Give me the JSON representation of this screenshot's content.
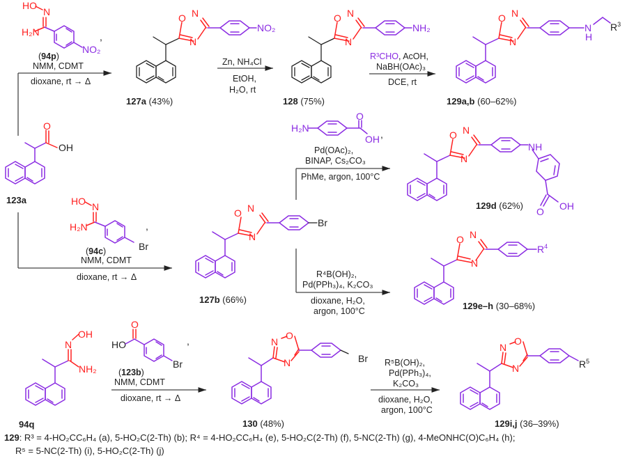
{
  "scheme": {
    "compounds": {
      "c123a": {
        "label": "123a",
        "yield": ""
      },
      "c94p": {
        "label": "94p"
      },
      "c94c": {
        "label": "94c"
      },
      "c94q": {
        "label": "94q"
      },
      "c123b": {
        "label": "123b"
      },
      "c127a": {
        "label": "127a",
        "yield": "(43%)"
      },
      "c127b": {
        "label": "127b",
        "yield": "(66%)"
      },
      "c128": {
        "label": "128",
        "yield": "(75%)"
      },
      "c129ab": {
        "label": "129a,b",
        "yield": "(60–62%)"
      },
      "c129d": {
        "label": "129d",
        "yield": "(62%)"
      },
      "c129eh": {
        "label": "129e–h",
        "yield": "(30–68%)"
      },
      "c130": {
        "label": "130",
        "yield": "(48%)"
      },
      "c129ij": {
        "label": "129i,j",
        "yield": "(36–39%)"
      }
    },
    "conditions": {
      "step1a": {
        "above": [
          "(94p)",
          "NMM, CDMT"
        ],
        "below": [
          "dioxane, rt → Δ"
        ]
      },
      "step2": {
        "above": [
          "Zn, NH₄Cl"
        ],
        "below": [
          "EtOH,",
          "H₂O, rt"
        ]
      },
      "step3": {
        "above_reagent": "R³CHO",
        "above_rest": ", AcOH,",
        "above2": "NaBH(OAc)₃",
        "below": [
          "DCE, rt"
        ]
      },
      "step1b": {
        "above": [
          "(94c)",
          "NMM, CDMT"
        ],
        "below": [
          "dioxane, rt → Δ"
        ]
      },
      "step4": {
        "above": [
          "Pd(OAc)₂,",
          "BINAP, Cs₂CO₃"
        ],
        "below": [
          "PhMe, argon, 100°C"
        ]
      },
      "step5": {
        "above": [
          "R⁴B(OH)₂,",
          "Pd(PPh₃)₄, K₂CO₃"
        ],
        "below": [
          "dioxane, H₂O,",
          "argon, 100°C"
        ]
      },
      "step6": {
        "above": [
          "(123b)",
          "NMM, CDMT"
        ],
        "below": [
          "dioxane, rt → Δ"
        ]
      },
      "step7": {
        "above": [
          "R⁵B(OH)₂,",
          "Pd(PPh₃)₄,",
          "K₂CO₃"
        ],
        "below": [
          "dioxane, H₂O,",
          "argon, 100°C"
        ]
      }
    },
    "atoms": {
      "HO": "HO",
      "N": "N",
      "O": "O",
      "H2N": "H₂N",
      "NH2": "NH₂",
      "NO2": "NO₂",
      "OH": "OH",
      "Br": "Br",
      "NH": "NH",
      "H": "H",
      "R3": "R³",
      "R4": "R⁴",
      "R5": "R⁵",
      "comma": ","
    },
    "colors": {
      "accent_purple": "#8a2be2",
      "heteroatom_red": "#ff2020",
      "text": "#222222"
    }
  },
  "footnote": {
    "line1_prefix": "129",
    "line1": ": R³ = 4-HO₂CC₆H₄ (a), 5-HO₂C(2-Th) (b); R⁴ = 4-HO₂CC₆H₄ (e), 5-HO₂C(2-Th) (f), 5-NC(2-Th) (g), 4-MeONHC(O)C₆H₄ (h);",
    "line2": "R⁵ = 5-NC(2-Th) (i), 5-HO₂C(2-Th) (j)"
  }
}
